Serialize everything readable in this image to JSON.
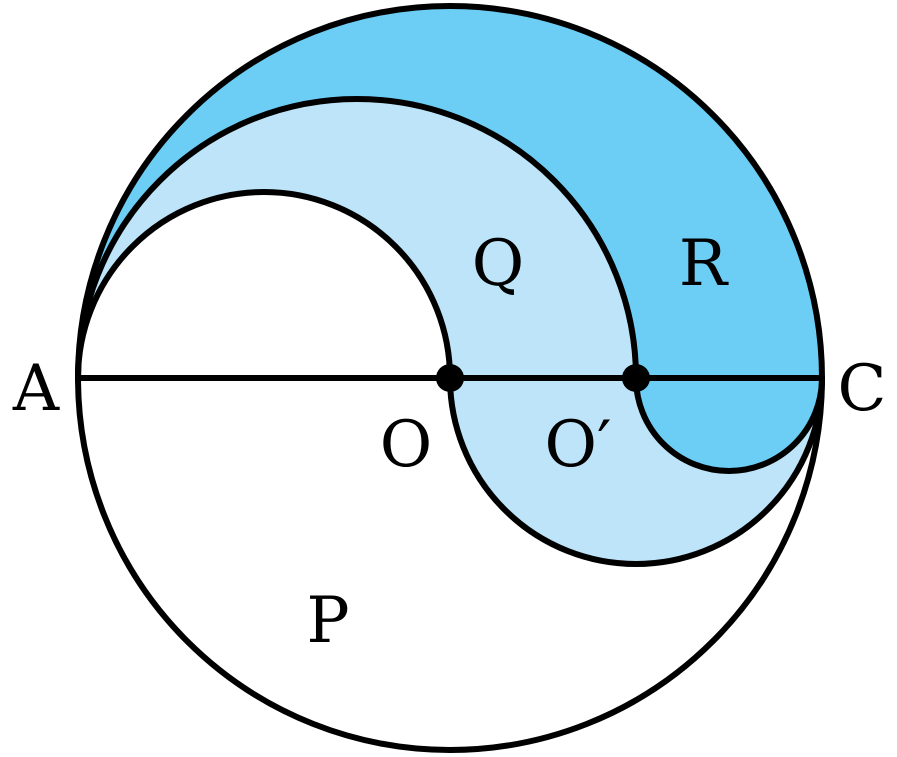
{
  "diagram": {
    "points": {
      "a": "A",
      "o": "O",
      "o_prime": "O′",
      "c": "C"
    },
    "regions": {
      "p": "P",
      "q": "Q",
      "r": "R"
    },
    "colors": {
      "region_r": "#6CCDF5",
      "region_q": "#BDE4F8",
      "region_p": "#FFFFFF",
      "outline": "#000000"
    }
  }
}
